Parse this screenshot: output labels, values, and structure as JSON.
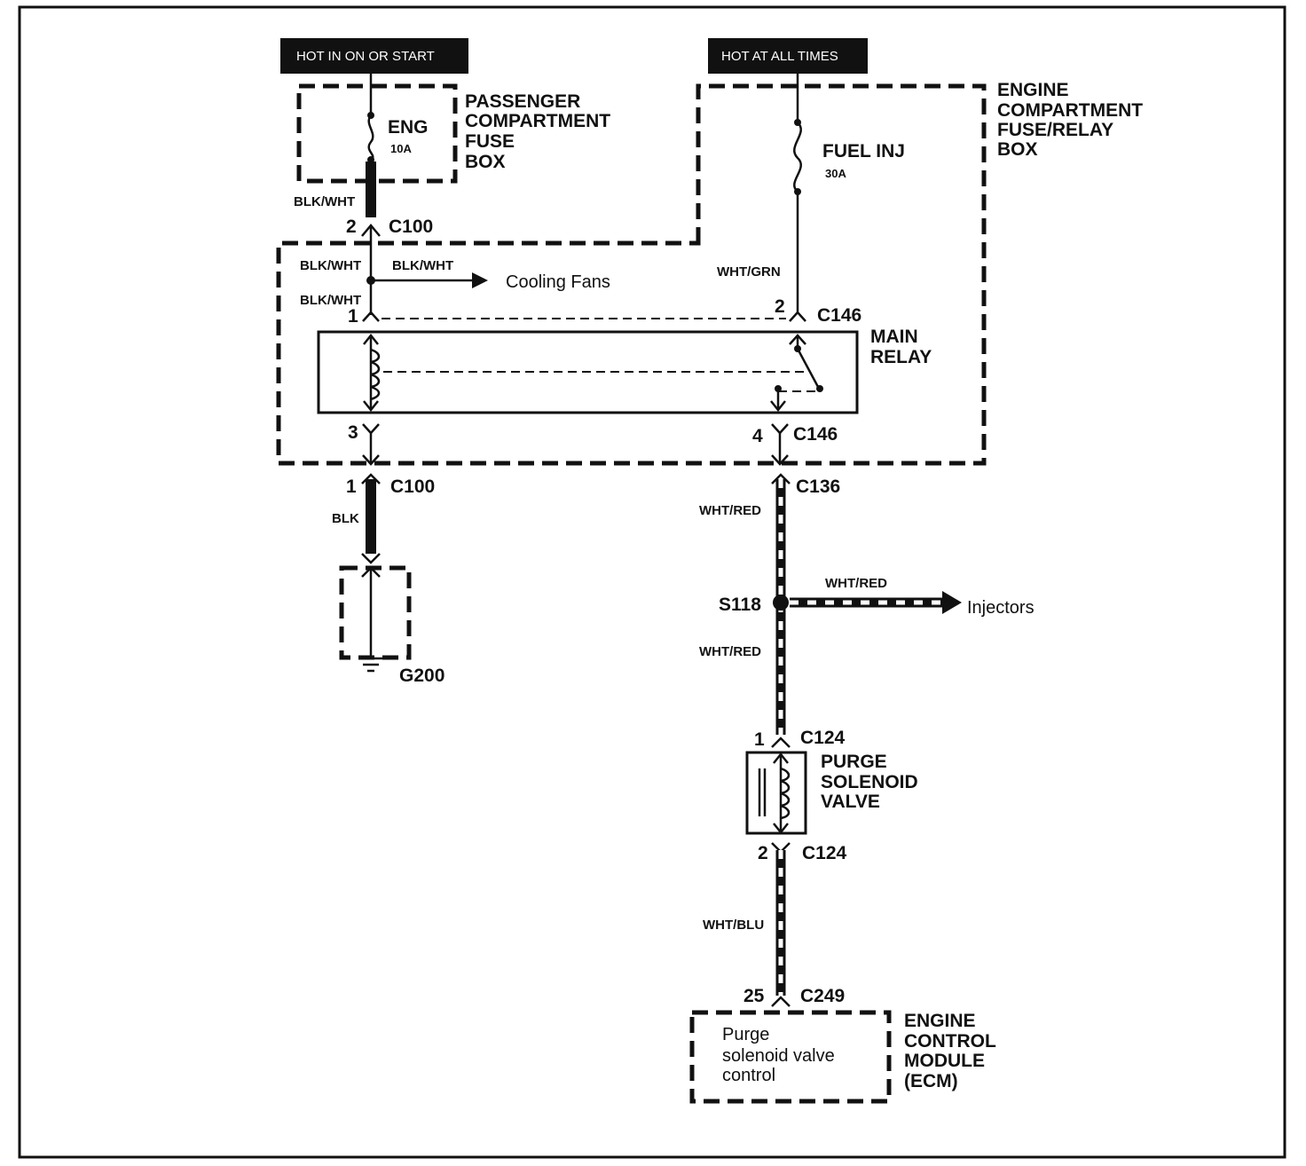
{
  "headers": {
    "hot_in_on": "HOT IN ON OR START",
    "hot_at_all": "HOT AT ALL TIMES"
  },
  "passenger_box": {
    "line1": "PASSENGER",
    "line2": "COMPARTMENT",
    "line3": "FUSE",
    "line4": "BOX",
    "fuse_name": "ENG",
    "fuse_rating": "10A"
  },
  "engine_box": {
    "line1": "ENGINE",
    "line2": "COMPARTMENT",
    "line3": "FUSE/RELAY",
    "line4": "BOX",
    "fuse_name": "FUEL INJ",
    "fuse_rating": "30A"
  },
  "main_relay": {
    "line1": "MAIN",
    "line2": "RELAY"
  },
  "purge_valve": {
    "line1": "PURGE",
    "line2": "SOLENOID",
    "line3": "VALVE"
  },
  "ecm": {
    "line1": "ENGINE",
    "line2": "CONTROL",
    "line3": "MODULE",
    "line4": "(ECM)",
    "inner1": "Purge",
    "inner2": "solenoid valve",
    "inner3": "control"
  },
  "wires": {
    "blk_wht": "BLK/WHT",
    "wht_grn": "WHT/GRN",
    "blk": "BLK",
    "wht_red": "WHT/RED",
    "wht_blu": "WHT/BLU"
  },
  "connectors": {
    "c100": "C100",
    "c146": "C146",
    "c136": "C136",
    "c124": "C124",
    "c249": "C249",
    "s118": "S118",
    "g200": "G200"
  },
  "pins": {
    "p1": "1",
    "p2": "2",
    "p3": "3",
    "p4": "4",
    "p25": "25"
  },
  "destinations": {
    "cooling_fans": "Cooling Fans",
    "injectors": "Injectors"
  }
}
